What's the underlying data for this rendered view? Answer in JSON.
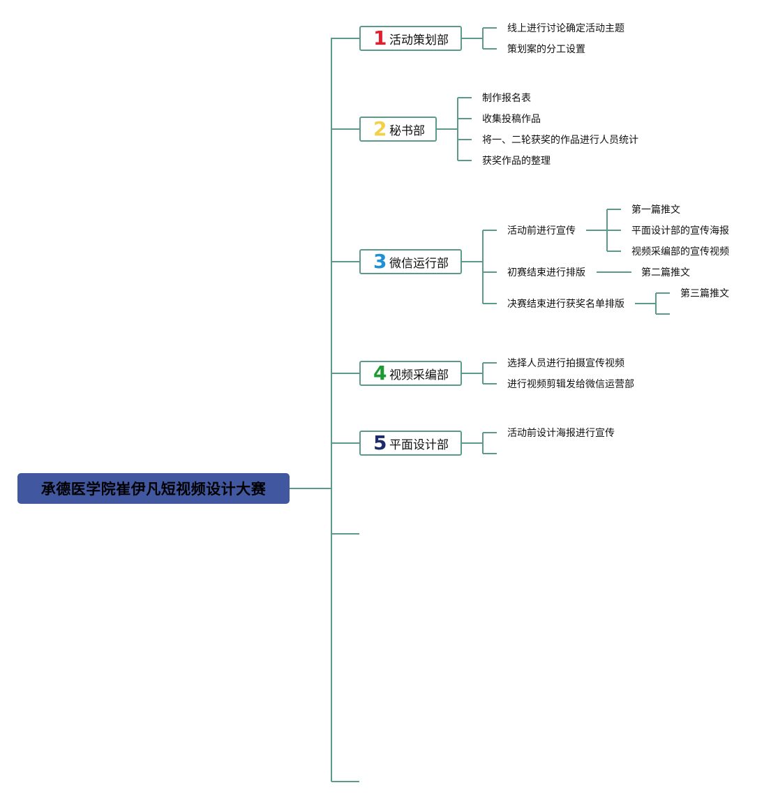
{
  "root": {
    "title": "承德医学院崔伊凡短视频设计大赛"
  },
  "branches": [
    {
      "number": "1",
      "number_color": "#e0202e",
      "label": "活动策划部",
      "children": [
        "线上进行讨论确定活动主题",
        "策划案的分工设置"
      ]
    },
    {
      "number": "2",
      "number_color": "#f2d04a",
      "label": "秘书部",
      "children": [
        "制作报名表",
        "收集投稿作品",
        "将一、二轮获奖的作品进行人员统计",
        "获奖作品的整理"
      ]
    },
    {
      "number": "3",
      "number_color": "#1f8fd6",
      "label": "微信运行部",
      "children": [
        {
          "label": "活动前进行宣传",
          "children": [
            "第一篇推文",
            "平面设计部的宣传海报",
            "视频采编部的宣传视频"
          ]
        },
        {
          "label": "初赛结束进行排版",
          "children": [
            "第二篇推文"
          ]
        },
        {
          "label": "决赛结束进行获奖名单排版",
          "children": [
            "第三篇推文"
          ]
        }
      ]
    },
    {
      "number": "4",
      "number_color": "#1e9a34",
      "label": "视频采编部",
      "children": [
        "选择人员进行拍摄宣传视频",
        "进行视频剪辑发给微信运营部"
      ]
    },
    {
      "number": "5",
      "number_color": "#1d2a6e",
      "label": "平面设计部",
      "children": [
        "活动前设计海报进行宣传"
      ]
    }
  ],
  "colors": {
    "connector": "#5a9a8a",
    "root_fill": "#4158a0",
    "box_border": "#5a9a8a"
  }
}
